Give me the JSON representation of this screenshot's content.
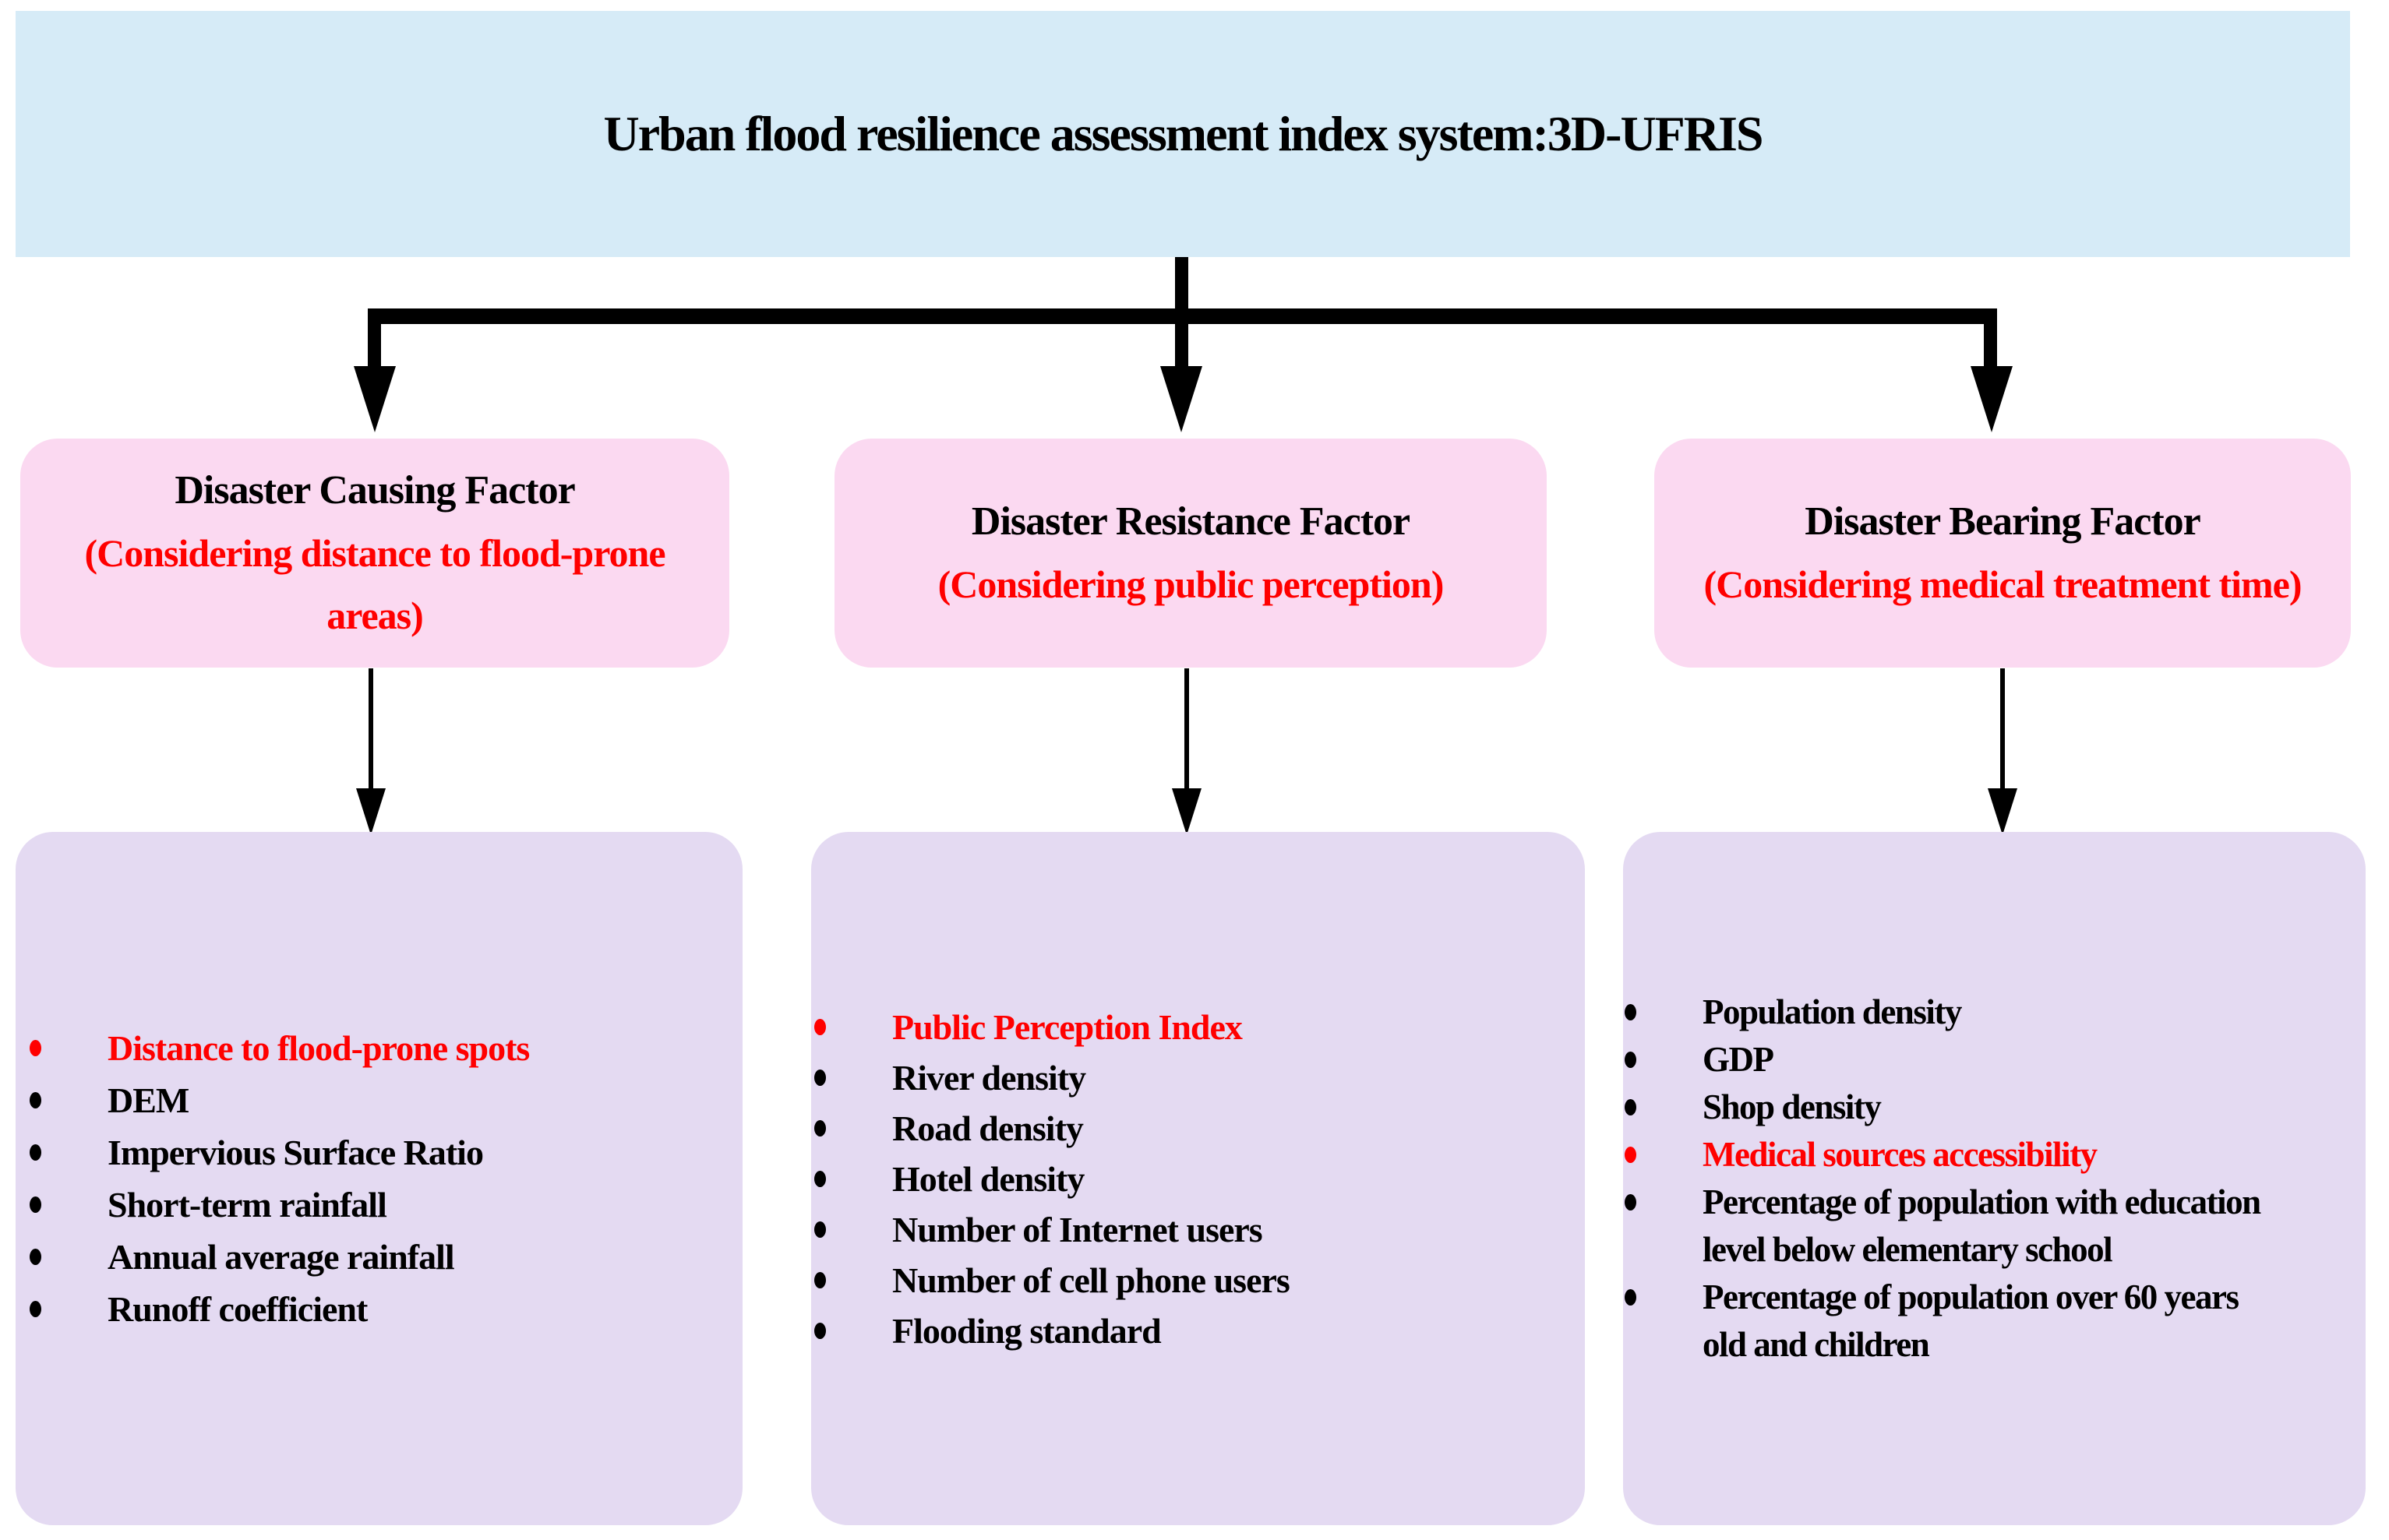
{
  "title": {
    "text": "Urban flood resilience assessment index system:3D-UFRIS"
  },
  "colors": {
    "title_bg": "#d6ebf7",
    "factor_bg": "#fbd9f1",
    "indicator_bg": "#e4daf2",
    "highlight": "#ff0000",
    "text": "#000000",
    "connector": "#000000"
  },
  "factors": [
    {
      "heading": "Disaster Causing Factor",
      "subheading": "(Considering distance to flood-prone\nareas)",
      "indicators": [
        {
          "text": "Distance to flood-prone spots",
          "highlighted": true
        },
        {
          "text": "DEM",
          "highlighted": false
        },
        {
          "text": "Impervious Surface Ratio",
          "highlighted": false
        },
        {
          "text": "Short-term rainfall",
          "highlighted": false
        },
        {
          "text": "Annual average rainfall",
          "highlighted": false
        },
        {
          "text": "Runoff coefficient",
          "highlighted": false
        }
      ]
    },
    {
      "heading": "Disaster Resistance Factor",
      "subheading": "(Considering public perception)",
      "indicators": [
        {
          "text": "Public Perception Index",
          "highlighted": true
        },
        {
          "text": "River density",
          "highlighted": false
        },
        {
          "text": "Road density",
          "highlighted": false
        },
        {
          "text": "Hotel density",
          "highlighted": false
        },
        {
          "text": "Number of Internet users",
          "highlighted": false
        },
        {
          "text": "Number of cell phone users",
          "highlighted": false
        },
        {
          "text": "Flooding standard",
          "highlighted": false
        }
      ]
    },
    {
      "heading": "Disaster Bearing Factor",
      "subheading": "(Considering medical treatment time)",
      "indicators": [
        {
          "text": "Population density",
          "highlighted": false
        },
        {
          "text": "GDP",
          "highlighted": false
        },
        {
          "text": "Shop density",
          "highlighted": false
        },
        {
          "text": "Medical sources accessibility",
          "highlighted": true
        },
        {
          "text": "Percentage of population with education\nlevel below elementary school",
          "highlighted": false
        },
        {
          "text": "Percentage of population over 60 years\nold and children",
          "highlighted": false
        }
      ]
    }
  ]
}
